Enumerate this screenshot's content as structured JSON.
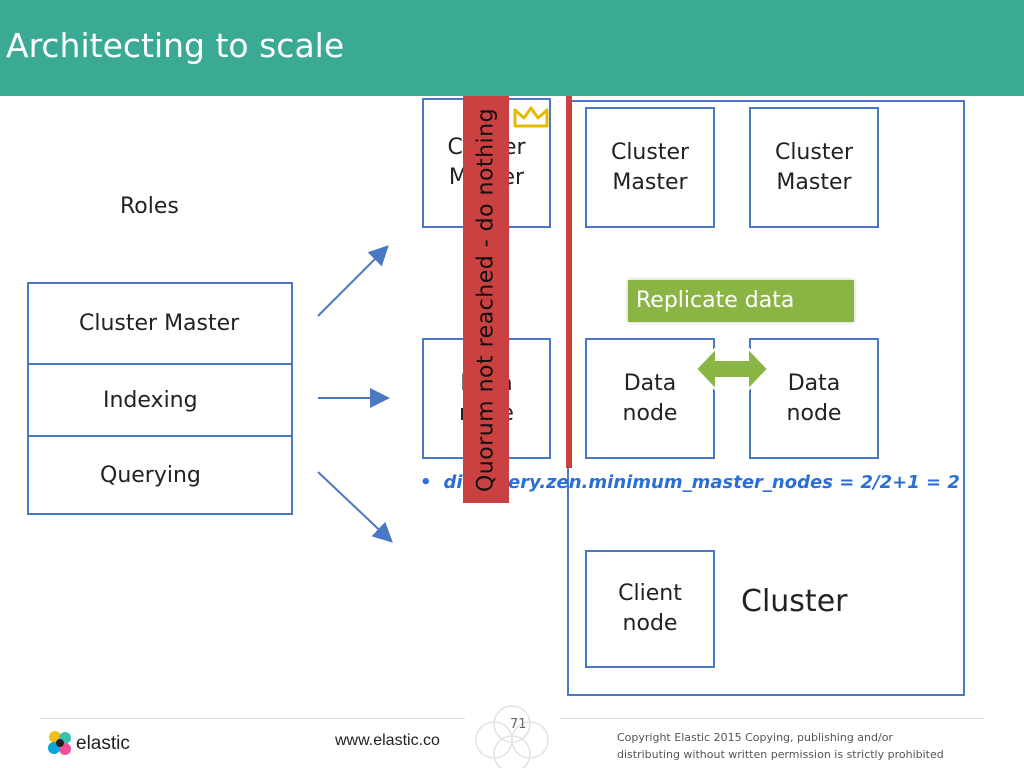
{
  "header": {
    "title": "Architecting to scale"
  },
  "roles": {
    "title": "Roles",
    "items": [
      "Cluster Master",
      "Indexing",
      "Querying"
    ]
  },
  "cluster": {
    "label": "Cluster",
    "master_nodes": [
      "Cluster Master",
      "Cluster Master",
      "Cluster Master"
    ],
    "data_nodes": [
      "Data node",
      "Data node",
      "Data node"
    ],
    "client_node": "Client node",
    "replicate_label": "Replicate data"
  },
  "quorum_banner": "Quorum not reached - do nothing",
  "bullet": {
    "text": "discovery.zen.minimum_master_nodes = 2/2+1 = 2"
  },
  "footer": {
    "logo_text": "elastic",
    "website": "www.elastic.co",
    "page_number": "71",
    "copyright": "Copyright Elastic 2015 Copying, publishing and/or distributing without written permission is strictly prohibited"
  },
  "colors": {
    "header": "#3aaa94",
    "box_border": "#4a78c2",
    "quorum": "#c94140",
    "replicate": "#8ab544"
  }
}
